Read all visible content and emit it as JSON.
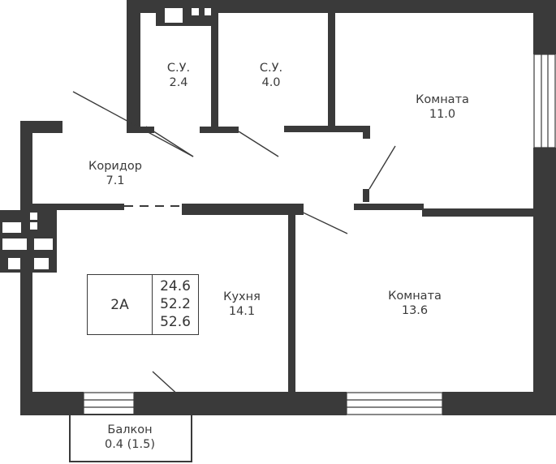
{
  "rooms": {
    "su1": {
      "name": "С.У.",
      "area": "2.4"
    },
    "su2": {
      "name": "С.У.",
      "area": "4.0"
    },
    "room1": {
      "name": "Комната",
      "area": "11.0"
    },
    "corridor": {
      "name": "Коридор",
      "area": "7.1"
    },
    "kitchen": {
      "name": "Кухня",
      "area": "14.1"
    },
    "room2": {
      "name": "Комната",
      "area": "13.6"
    },
    "balcony": {
      "name": "Балкон",
      "area": "0.4 (1.5)"
    }
  },
  "info": {
    "type": "2А",
    "living_area": "24.6",
    "total_area": "52.2",
    "total_with_balcony": "52.6"
  },
  "colors": {
    "wall": "#3a3a3a",
    "text": "#3a3a3a",
    "background": "#ffffff"
  }
}
